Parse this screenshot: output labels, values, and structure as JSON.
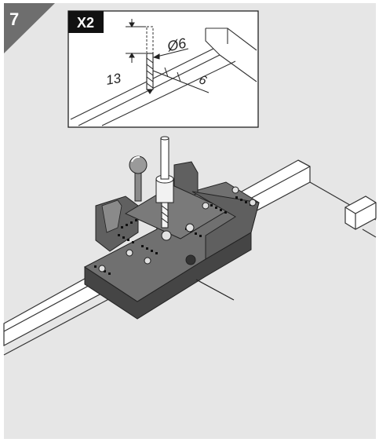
{
  "step": {
    "number": "7"
  },
  "inset": {
    "quantity_label": "X2",
    "depth_label": "13",
    "diameter_label": "Ø6",
    "offset_label": "6"
  },
  "colors": {
    "panel_bg": "#e6e6e6",
    "step_badge": "#6e6e6e",
    "jig_body": "#6f6f6f",
    "jig_dark": "#454545",
    "jig_light": "#9a9a9a",
    "outline": "#222222",
    "line": "#3a3a3a"
  }
}
